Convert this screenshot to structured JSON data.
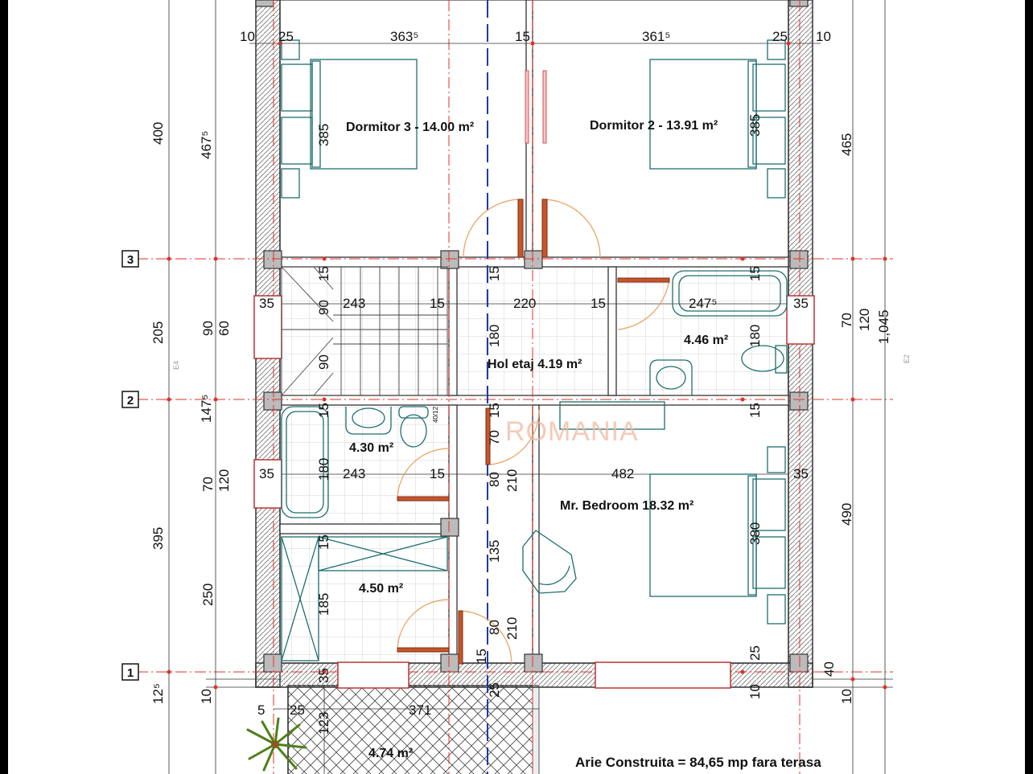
{
  "rooms": {
    "dormitor3": "Dormitor 3 - 14.00 m²",
    "dormitor2": "Dormitor 2 - 13.91 m²",
    "hol": "Hol etaj 4.19 m²",
    "bath_top": "4.46 m²",
    "bath_left": "4.30 m²",
    "shower": "4.50 m²",
    "master": "Mr. Bedroom 18.32 m²",
    "terrace": "4.74 m²"
  },
  "summary": "Arie Construita = 84,65 mp fara terasa",
  "watermark": "ROMANIA",
  "axes": [
    "3",
    "2",
    "1"
  ],
  "elevation_marks": [
    "E4",
    "E2"
  ],
  "stair_note": "40/12",
  "dims": {
    "top_row": [
      "10",
      "25",
      "363⁵",
      "15",
      "361⁵",
      "25",
      "10"
    ],
    "left_outer": [
      "400",
      "205",
      "395",
      "12⁵"
    ],
    "left_inner": [
      "467⁵",
      "147⁵",
      "10"
    ],
    "left_small": [
      "90",
      "60",
      "70",
      "120",
      "250"
    ],
    "right_outer": [
      "465",
      "1,045",
      "490",
      "10"
    ],
    "right_small": [
      "70",
      "120",
      "40"
    ],
    "interior": [
      "385",
      "385",
      "15",
      "15",
      "15",
      "90",
      "243",
      "15",
      "220",
      "15",
      "247⁵",
      "35",
      "35",
      "180",
      "180",
      "90",
      "15",
      "15",
      "15",
      "70",
      "243",
      "15",
      "80",
      "210",
      "482",
      "35",
      "35",
      "180",
      "380",
      "135",
      "15",
      "185",
      "80",
      "210",
      "15",
      "25",
      "35",
      "25",
      "10",
      "5",
      "25",
      "371",
      "123"
    ]
  }
}
